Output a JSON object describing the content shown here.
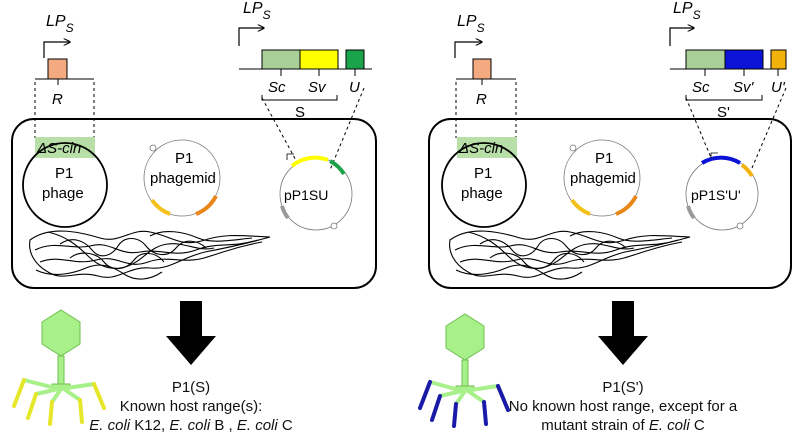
{
  "left": {
    "promoter_left": {
      "label": "LP",
      "sub": "S"
    },
    "gene_r": "R",
    "promoter_right": {
      "label": "LP",
      "sub": "S"
    },
    "genes": [
      "Sc",
      "Sv",
      "U"
    ],
    "bracket": "S",
    "deletion": "ΔS-cin",
    "phage": [
      "P1",
      "phage"
    ],
    "phagemid": [
      "P1",
      "phagemid"
    ],
    "plasmid": "pP1SU",
    "outcome": {
      "title": "P1(S)",
      "line1": "Known host range(s):",
      "line2_parts": [
        "E. coli",
        " K12, ",
        "E. coli",
        " B , ",
        "E. coli",
        " C"
      ]
    },
    "colors": {
      "sc": "#a9cf99",
      "sv": "#ffff00",
      "u": "#1aa34a",
      "tail": "#e6e62a"
    }
  },
  "right": {
    "promoter_left": {
      "label": "LP",
      "sub": "S"
    },
    "gene_r": "R",
    "promoter_right": {
      "label": "LP",
      "sub": "S"
    },
    "genes": [
      "Sc",
      "Sv'",
      "U'"
    ],
    "bracket": "S'",
    "deletion": "ΔS-cin",
    "phage": [
      "P1",
      "phage"
    ],
    "phagemid": [
      "P1",
      "phagemid"
    ],
    "plasmid": "pP1S'U'",
    "outcome": {
      "title": "P1(S')",
      "line1": "No known host range, except for a",
      "line2_parts": [
        "mutant strain of ",
        "E. coli",
        " C"
      ]
    },
    "colors": {
      "sc": "#a9cf99",
      "sv": "#0a13d6",
      "u": "#f2b20c",
      "tail": "#1a1aa8"
    }
  },
  "shared_colors": {
    "gene_r": "#f4aa80",
    "deletion_bg": "#b7dfa7",
    "phage_head": "#a8f08a",
    "arrow": "#000000",
    "cell_border": "#000000"
  }
}
